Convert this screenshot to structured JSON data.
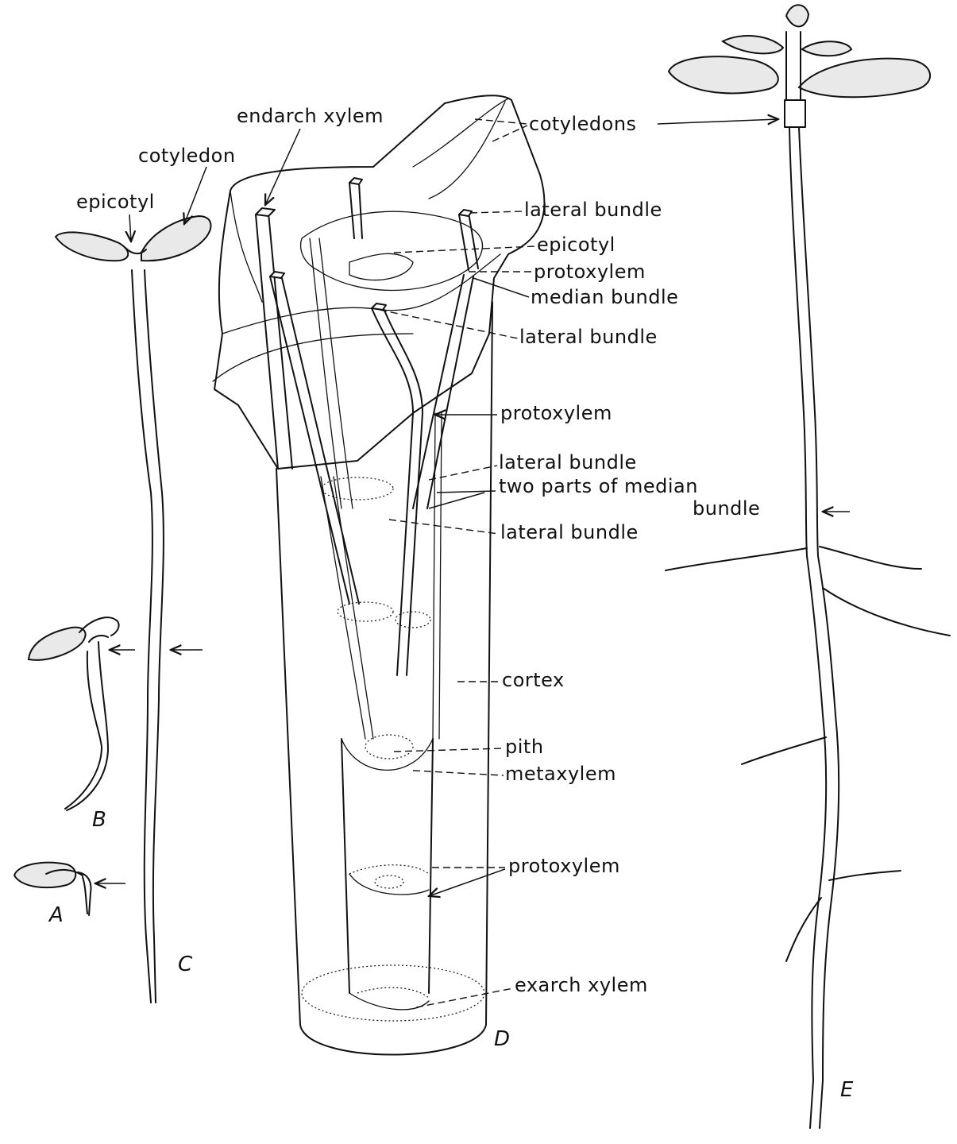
{
  "figure": {
    "panel_letters": {
      "a": "A",
      "b": "B",
      "c": "C",
      "d": "D",
      "e": "E"
    },
    "seedling_labels": {
      "cotyledon": "cotyledon",
      "epicotyl": "epicotyl"
    },
    "labels": {
      "endarch_xylem": "endarch xylem",
      "cotyledons": "cotyledons",
      "lateral_bundle_1": "lateral bundle",
      "epicotyl": "epicotyl",
      "protoxylem_1": "protoxylem",
      "median_bundle": "median bundle",
      "lateral_bundle_2": "lateral bundle",
      "protoxylem_2": "protoxylem",
      "lateral_bundle_3": "lateral bundle",
      "two_parts_line1": "two parts of median",
      "two_parts_line2": "bundle",
      "lateral_bundle_4": "lateral bundle",
      "cortex": "cortex",
      "pith": "pith",
      "metaxylem": "metaxylem",
      "protoxylem_3": "protoxylem",
      "exarch_xylem": "exarch xylem"
    }
  }
}
